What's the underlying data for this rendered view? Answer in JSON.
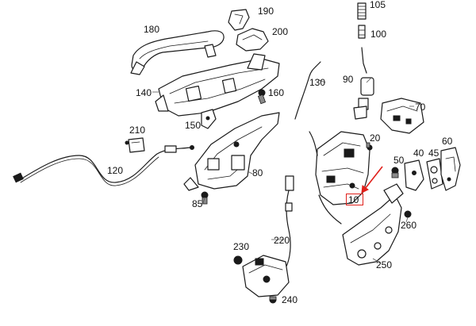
{
  "highlight_color": "#e0201b",
  "callouts": {
    "p10": "10",
    "p20": "20",
    "p40": "40",
    "p45": "45",
    "p50": "50",
    "p60": "60",
    "p70": "70",
    "p80": "80",
    "p85": "85",
    "p90": "90",
    "p100": "100",
    "p105": "105",
    "p120": "120",
    "p130": "130",
    "p140": "140",
    "p150": "150",
    "p160": "160",
    "p180": "180",
    "p190": "190",
    "p200": "200",
    "p210": "210",
    "p220": "220",
    "p230": "230",
    "p240": "240",
    "p250": "250",
    "p260": "260"
  },
  "selected_part": "10"
}
